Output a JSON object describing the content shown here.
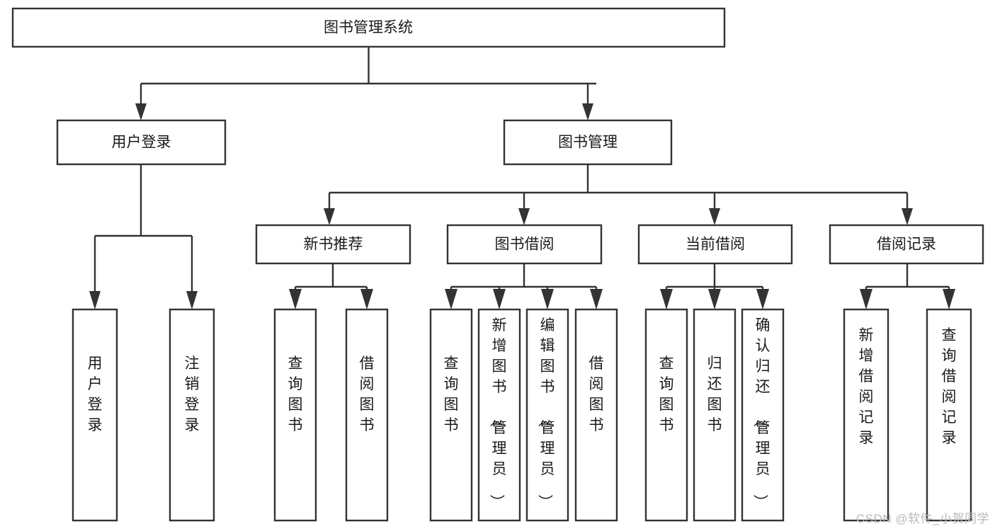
{
  "diagram": {
    "title_node": {
      "label": "图书管理系统"
    },
    "level2": [
      {
        "id": "user-login",
        "label": "用户登录"
      },
      {
        "id": "book-management",
        "label": "图书管理"
      }
    ],
    "level3": [
      {
        "id": "new-book-recommend",
        "label": "新书推荐"
      },
      {
        "id": "book-borrow",
        "label": "图书借阅"
      },
      {
        "id": "current-borrow",
        "label": "当前借阅"
      },
      {
        "id": "borrow-record",
        "label": "借阅记录"
      }
    ],
    "leaves": [
      {
        "id": "leaf-user-login",
        "label": "用户登录",
        "parent": "user-login"
      },
      {
        "id": "leaf-logout-login",
        "label": "注销登录",
        "parent": "user-login"
      },
      {
        "id": "leaf-query-book-1",
        "label": "查询图书",
        "parent": "new-book-recommend"
      },
      {
        "id": "leaf-borrow-book-1",
        "label": "借阅图书",
        "parent": "new-book-recommend"
      },
      {
        "id": "leaf-query-book-2",
        "label": "查询图书",
        "parent": "book-borrow"
      },
      {
        "id": "leaf-add-book",
        "label": "新增图书（管理员）",
        "parent": "book-borrow"
      },
      {
        "id": "leaf-edit-book",
        "label": "编辑图书（管理员）",
        "parent": "book-borrow"
      },
      {
        "id": "leaf-borrow-book-2",
        "label": "借阅图书",
        "parent": "book-borrow"
      },
      {
        "id": "leaf-query-book-3",
        "label": "查询图书",
        "parent": "current-borrow"
      },
      {
        "id": "leaf-return-book",
        "label": "归还图书",
        "parent": "current-borrow"
      },
      {
        "id": "leaf-confirm-return",
        "label": "确认归还（管理员）",
        "parent": "current-borrow"
      },
      {
        "id": "leaf-add-record",
        "label": "新增借阅记录",
        "parent": "borrow-record"
      },
      {
        "id": "leaf-query-record",
        "label": "查询借阅记录",
        "parent": "borrow-record"
      }
    ]
  },
  "watermark": {
    "text": "CSDN @软件_小贺同学"
  },
  "colors": {
    "background": "#ffffff",
    "stroke": "#333333",
    "text": "#1a1a1a",
    "watermark": "#b9b9b9"
  }
}
